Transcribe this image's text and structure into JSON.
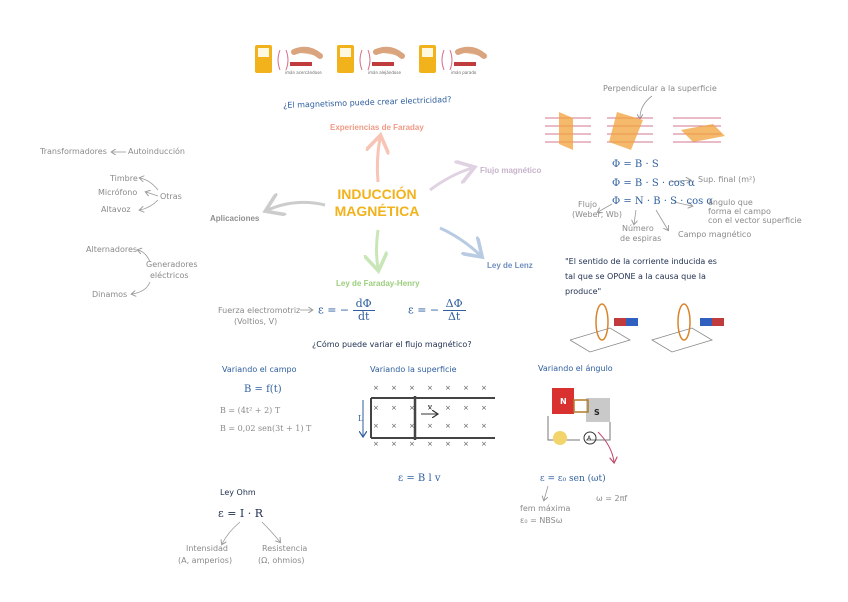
{
  "colors": {
    "title": "#f2b21b",
    "faraday": "#ef9b86",
    "flujo": "#c7b3cc",
    "aplicaciones": "#8f8f8f",
    "lenz": "#6f8fbf",
    "faraday_henry": "#9bcf7e",
    "ink_blue": "#2f5f9e",
    "ink_gray": "#8a8a8a"
  },
  "center": {
    "line1": "INDUCCIÓN",
    "line2": "MAGNÉTICA"
  },
  "branches": {
    "faraday": "Experiencias de Faraday",
    "flujo": "Flujo magnético",
    "aplicaciones": "Aplicaciones",
    "lenz": "Ley de Lenz",
    "faraday_henry": "Ley de Faraday-Henry"
  },
  "faraday_exp": {
    "labels": [
      "imán acercándose",
      "imán alejándose",
      "imán parado"
    ],
    "question": "¿El magnetismo puede crear electricidad?"
  },
  "aplicaciones": {
    "transformadores": "Transformadores",
    "autoinduccion": "Autoinducción",
    "timbre": "Timbre",
    "microfono": "Micrófono",
    "altavoz": "Altavoz",
    "otras": "Otras",
    "alternadores": "Alternadores",
    "generadores": "Generadores",
    "electricos": "eléctricos",
    "dinamos": "Dinamos"
  },
  "flujo": {
    "perpendicular": "Perpendicular a la superficie",
    "f1": "Φ = B · S",
    "f2": "Φ = B · S · cos α",
    "f3": "Φ = N · B · S · cos α",
    "sup": "Sup. final (m²)",
    "angulo1": "ángulo que",
    "angulo2": "forma el campo",
    "angulo3": "con el vector superficie",
    "flujo1": "Flujo",
    "flujo2": "(Weber, Wb)",
    "espiras1": "Número",
    "espiras2": "de espiras",
    "campo": "Campo magnético"
  },
  "lenz": {
    "line1": "\"El sentido de la corriente inducida es",
    "line2": "tal que se OPONE a la causa que la",
    "line3": "produce\""
  },
  "fh": {
    "fem1": "Fuerza electromotriz",
    "fem2": "(Voltios, V)",
    "eq1_lhs": "ε = −",
    "eq1_num": "dΦ",
    "eq1_den": "dt",
    "eq2_lhs": "ε = −",
    "eq2_num": "ΔΦ",
    "eq2_den": "Δt",
    "question": "¿Cómo puede variar el flujo magnético?"
  },
  "variando_campo": {
    "title": "Variando el campo",
    "b1": "B = f(t)",
    "b2": "B = (4t² + 2) T",
    "b3": "B = 0,02 sen(3t + 1) T"
  },
  "variando_superficie": {
    "title": "Variando la superficie",
    "l": "L",
    "v": "v",
    "eq": "ε = B l v"
  },
  "variando_angulo": {
    "title": "Variando el ángulo",
    "n": "N",
    "s": "S",
    "a": "A",
    "eq": "ε = ε₀ sen (ωt)",
    "fem_max": "fem máxima",
    "e0": "ε₀ = NBSω",
    "w": "ω = 2πf"
  },
  "ohm": {
    "title": "Ley Ohm",
    "eq": "ε = I · R",
    "int1": "Intensidad",
    "int2": "(A, amperios)",
    "res1": "Resistencia",
    "res2": "(Ω, ohmios)"
  }
}
